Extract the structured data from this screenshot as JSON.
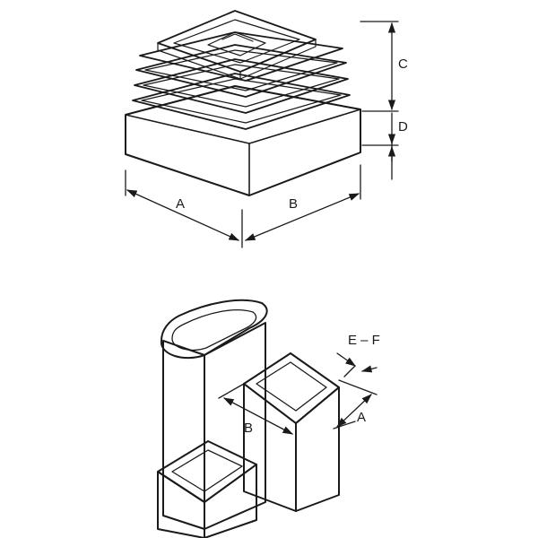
{
  "drawing_top": {
    "labels": {
      "a": "A",
      "b": "B",
      "c": "C",
      "d": "D"
    }
  },
  "drawing_bottom": {
    "labels": {
      "ef": "E – F",
      "a": "A",
      "b": "B"
    }
  },
  "colors": {
    "line": "#1a1a1a",
    "base_fill": "#c8c8c8",
    "rib_fill": "#e6e6e6",
    "stipple": "#555555"
  }
}
